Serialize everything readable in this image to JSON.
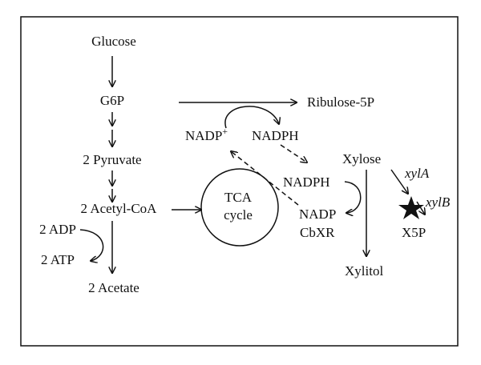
{
  "diagram": {
    "nodes": {
      "glucose": "Glucose",
      "g6p": "G6P",
      "pyruvate": "2 Pyruvate",
      "acetyl_coa": "2 Acetyl-CoA",
      "adp": "2 ADP",
      "atp": "2 ATP",
      "acetate": "2 Acetate",
      "ribulose": "Ribulose-5P",
      "nadp_plus_base": "NADP",
      "nadp_plus_sup": "+",
      "nadph_top": "NADPH",
      "tca_line1": "TCA",
      "tca_line2": "cycle",
      "xylose": "Xylose",
      "nadph_right": "NADPH",
      "nadp_right": "NADP",
      "cbxr": "CbXR",
      "xylitol": "Xylitol",
      "xyla": "xylA",
      "xylb": "xylB",
      "x5p": "X5P"
    }
  }
}
